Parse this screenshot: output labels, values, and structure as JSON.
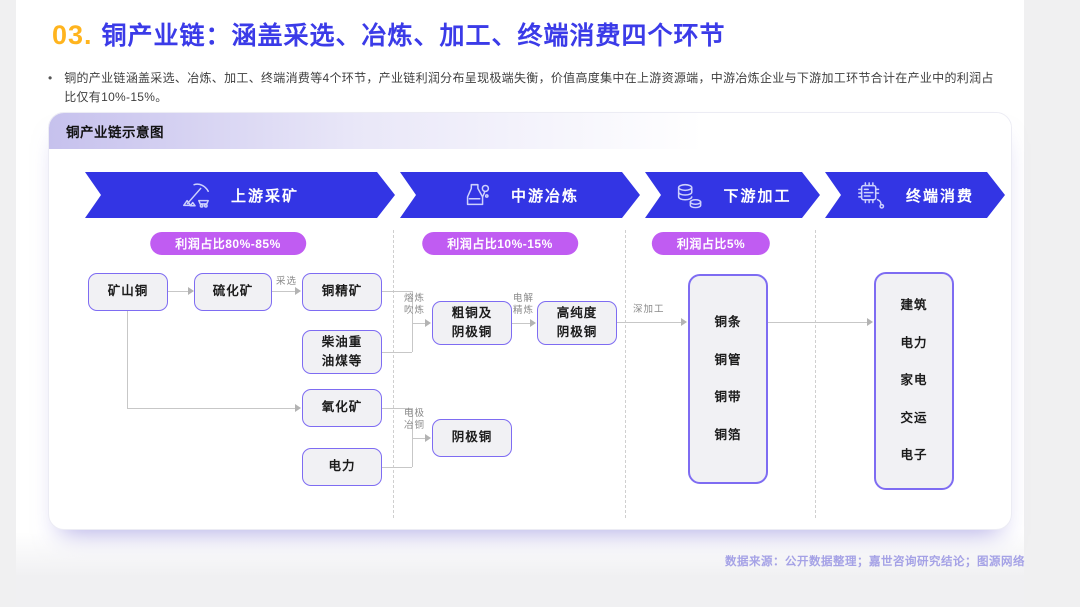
{
  "slide": {
    "title_number": "03.",
    "title": "铜产业链：涵盖采选、冶炼、加工、终端消费四个环节",
    "bullet_marker": "•",
    "bullet": "铜的产业链涵盖采选、冶炼、加工、终端消费等4个环节，产业链利润分布呈现极端失衡，价值高度集中在上游资源端，中游冶炼企业与下游加工环节合计在产业中的利润占比仅有10%-15%。",
    "source_note": "数据来源：公开数据整理；嘉世咨询研究结论；图源网络"
  },
  "diagram": {
    "card_title": "铜产业链示意图",
    "stages": [
      {
        "label": "上游采矿",
        "icon": "pickaxe-mining-icon",
        "profit_badge": "利润占比80%-85%"
      },
      {
        "label": "中游冶炼",
        "icon": "furnace-smelting-icon",
        "profit_badge": "利润占比10%-15%"
      },
      {
        "label": "下游加工",
        "icon": "coins-processing-icon",
        "profit_badge": "利润占比5%"
      },
      {
        "label": "终端消费",
        "icon": "circuit-consumption-icon",
        "profit_badge": ""
      }
    ],
    "nodes": {
      "mine_copper": "矿山铜",
      "sulfide_ore": "硫化矿",
      "copper_concentrate": "铜精矿",
      "fuel": "柴油重\n油煤等",
      "oxide_ore": "氧化矿",
      "electric_power": "电力",
      "blister_copper": "粗铜及\n阴极铜",
      "high_purity_cathode": "高纯度\n阴极铜",
      "cathode_copper": "阴极铜",
      "processed_products": "铜条\n铜管\n铜带\n铜箔",
      "end_uses": "建筑\n电力\n家电\n交运\n电子"
    },
    "edge_labels": {
      "beneficiation": "采选",
      "smelting": "熔炼\n吹炼",
      "electrolytic_refining": "电解\n精炼",
      "electrowinning": "电极\n冶铜",
      "deep_processing": "深加工"
    }
  },
  "colors": {
    "title_number": "#FFB41E",
    "title": "#3B3BE8",
    "stage_banner_blue": "#3335E4",
    "profit_badge_purple": "#C05CF2",
    "node_border": "#7E6CF2",
    "node_fill": "#F1F1F4",
    "connector_gray": "#C7C7C7",
    "footer_lavender": "#A5A2E6"
  }
}
